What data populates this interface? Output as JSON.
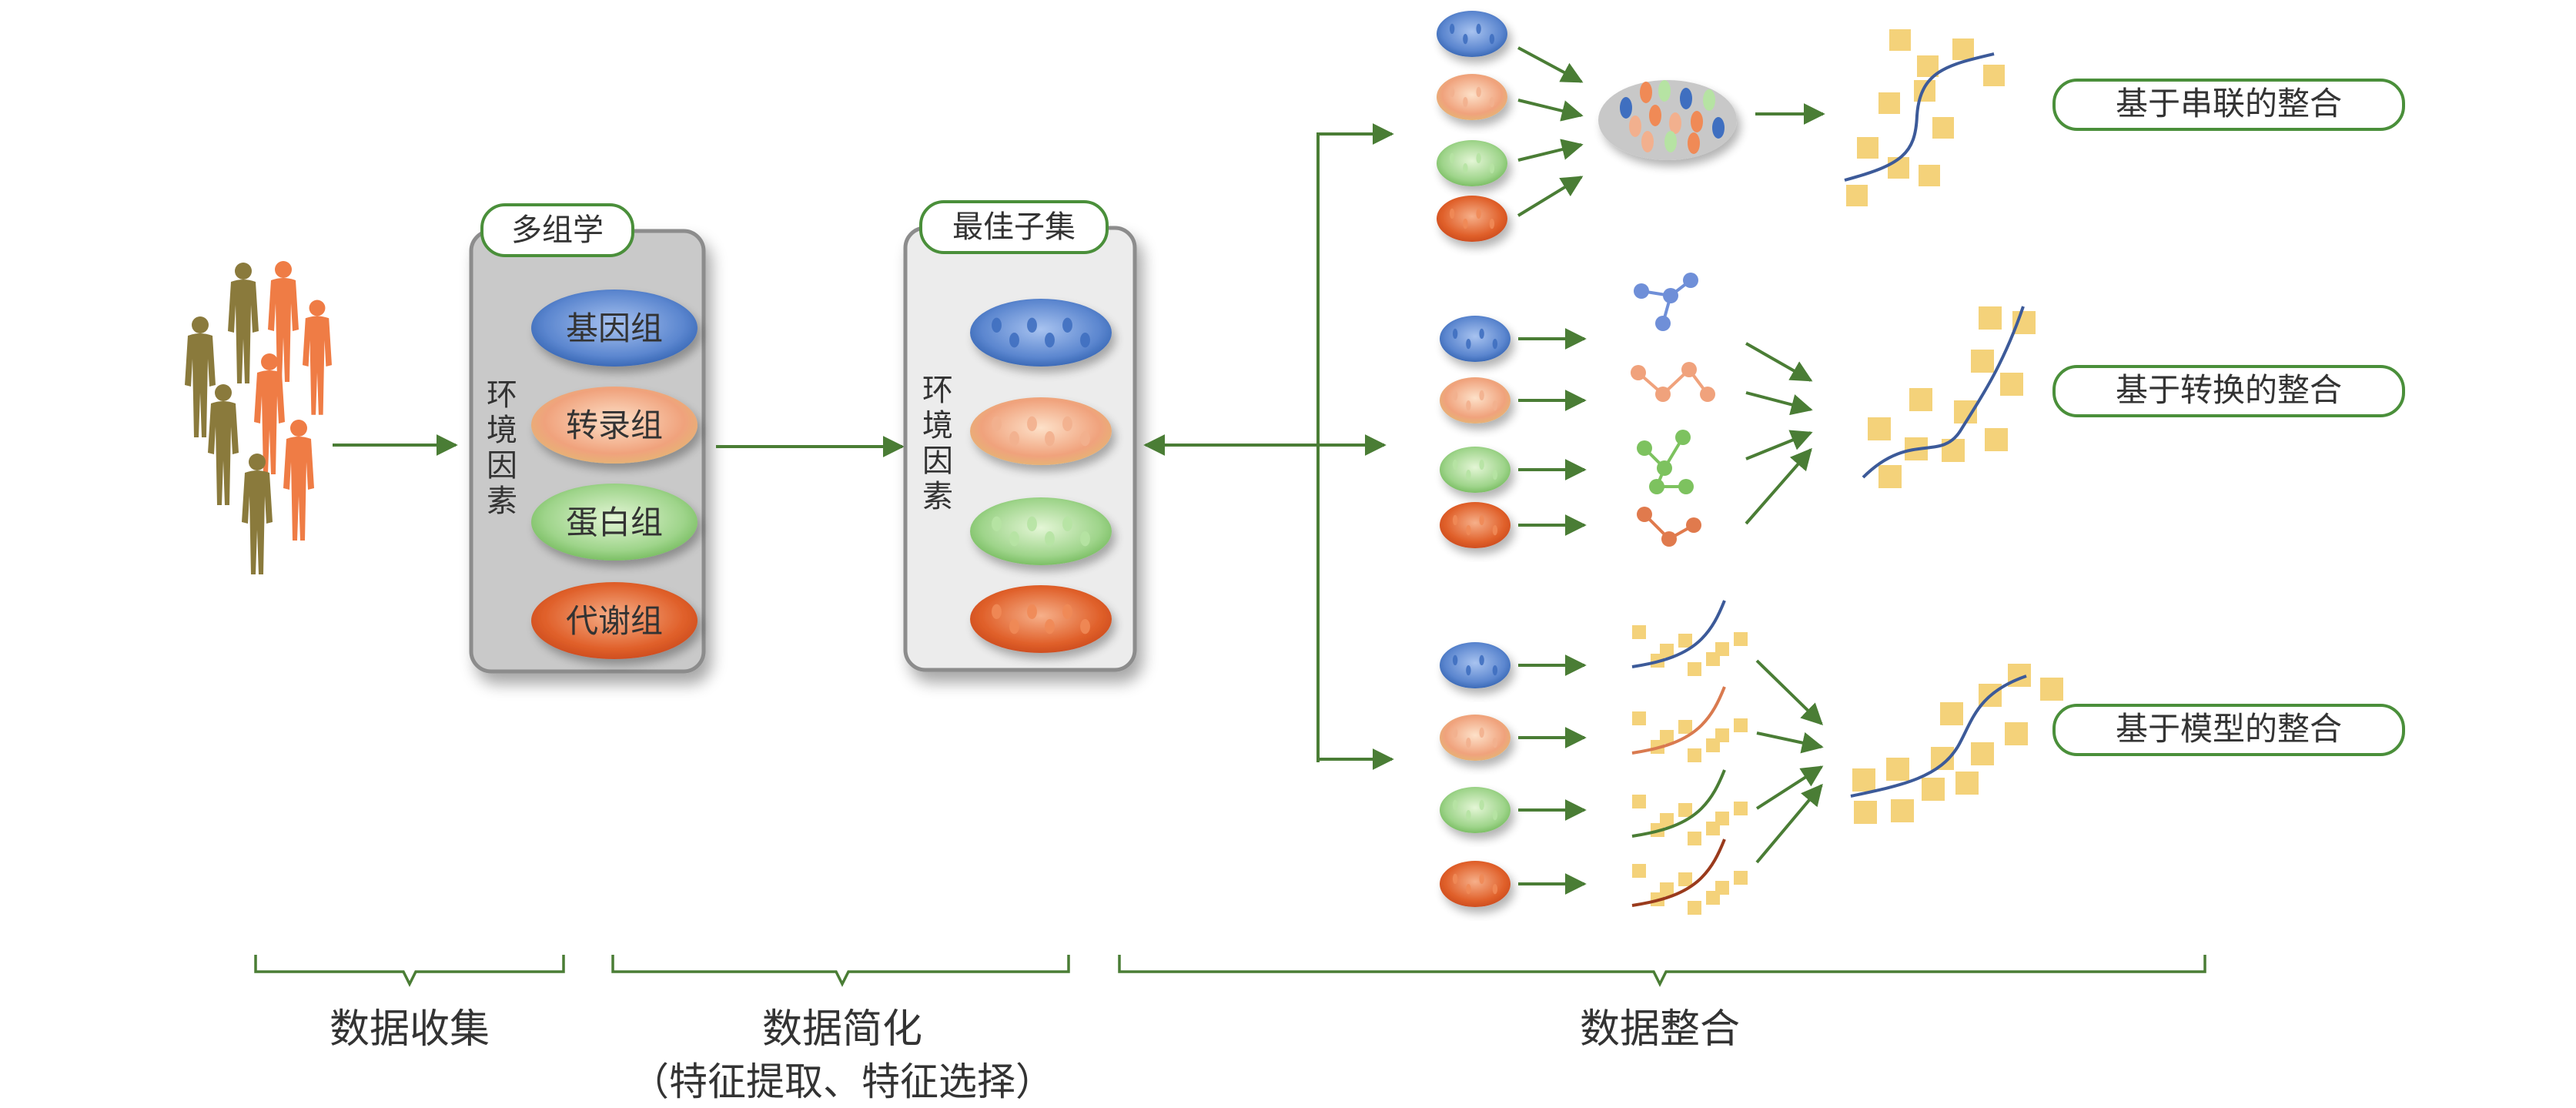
{
  "diagram": {
    "omics_box": {
      "title": "多组学",
      "side_label": "环境因素",
      "layers": [
        "基因组",
        "转录组",
        "蛋白组",
        "代谢组"
      ]
    },
    "subset_box": {
      "title": "最佳子集",
      "side_label": "环境因素"
    },
    "integration_methods": [
      "基于串联的整合",
      "基于转换的整合",
      "基于模型的整合"
    ],
    "stages": {
      "collection": "数据收集",
      "reduction": "数据简化",
      "reduction_note": "（特征提取、特征选择）",
      "integration": "数据整合"
    },
    "colors": {
      "arrow": "#4a7d35",
      "pill_border": "#4a8f3a",
      "box_fill": "#c9c9c9",
      "box_border": "#8c8c8c",
      "genome": "#5b86cf",
      "transcriptome": "#f0a27c",
      "proteome": "#9ed48a",
      "metabolome": "#e0602a",
      "figure_olive": "#8a7a3c",
      "figure_orange": "#ef7c45",
      "square": "#f4d27a",
      "curve": "#3c5a99"
    }
  }
}
